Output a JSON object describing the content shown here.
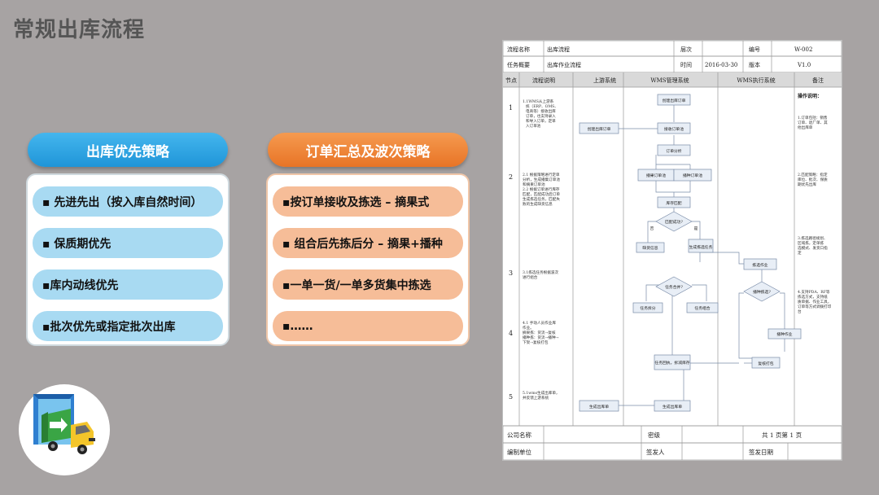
{
  "page_title": "常规出库流程",
  "left": {
    "header": "出库优先策略",
    "items": [
      "▪ 先进先出（按入库自然时间）",
      "▪ 保质期优先",
      "▪库内动线优先",
      "▪批次优先或指定批次出库"
    ]
  },
  "right": {
    "header": "订单汇总及波次策略",
    "items": [
      "▪按订单接收及拣选 – 摘果式",
      "▪ 组合后先拣后分 – 摘果+播种",
      "▪一单一货/一单多货集中拣选",
      "▪……"
    ]
  },
  "colors": {
    "background": "#a7a3a3",
    "blue_header": "#2aa3e2",
    "blue_item": "#a8daf2",
    "orange_header": "#ef8535",
    "orange_item": "#f6bd98"
  },
  "doc": {
    "hdr": {
      "process_name_label": "流程名称",
      "process_name": "出库流程",
      "level_label": "层次",
      "number_label": "编号",
      "number": "W-002",
      "overview_label": "任务概要",
      "overview": "出库作业流程",
      "time_label": "时间",
      "time": "2016-03-30",
      "version_label": "版本",
      "version": "V1.0"
    },
    "cols": [
      "节点",
      "流程说明",
      "上游系统",
      "WMS管理系统",
      "WMS执行系统",
      "备注"
    ],
    "steps": [
      "1",
      "2",
      "3",
      "4",
      "5"
    ],
    "desc": [
      [
        "1.1WMS从上游系",
        "统（ERP、OMS、",
        "电商等）接收出库",
        "订单，也支持录入",
        "和导入订单，定单",
        "入订单池"
      ],
      [
        "2.1 根据策略进行定单",
        "分析，生成播集订单池",
        "和摘果订单池",
        "2.2 根据订单进行库存",
        "匹配，匹配成功后订单",
        "生成拣选任务，匹配失",
        "败的生成缺货信息"
      ],
      [
        "3.1拣选任务根据波次",
        "进行组合"
      ],
      [
        "4.1 手动人员作业库",
        "作业。",
        "摘果拣：货流→复核",
        "播种拣：货流→播种→",
        "下架→复核打包"
      ],
      [
        "5.1wms生成出库单，",
        "并反馈上游系统"
      ]
    ],
    "remarks_title": "操作说明：",
    "remarks": [
      [
        "1.订单包括：销售",
        "订单、退厂单、其",
        "他出库单"
      ],
      [
        "2.匹配策略：指定",
        "库位、批次、保质",
        "期优先出库"
      ],
      [
        "3.拣选路径规划、",
        "区域拣，定单拣",
        "选模式、发货口指",
        "定"
      ],
      [
        "4.支持PDA、RF等",
        "拣选方式，支持纸",
        "质单据、作业工具，",
        "订单等方式调拨打印",
        "台"
      ]
    ],
    "nodes": {
      "create_order": "创建出库订单",
      "upstream_order": "创建出库订单",
      "receive_order": "接收订单池",
      "order_analysis": "订单分析",
      "seed_pool": "播果订单池",
      "pick_pool": "播种订单池",
      "inv_match": "库存匹配",
      "match_ok": "匹配成功?",
      "no": "否",
      "yes": "是",
      "shortage": "缺货信息",
      "gen_task": "生成拣选任务",
      "group_task": "任务合并?",
      "task_split": "任务拆分",
      "task_group": "任务组合",
      "pick_op": "拣选作业",
      "seed_pick": "播种拣选?",
      "seed_op": "播种作业",
      "review": "复核打包",
      "task_back": "任务回执，拆减库存",
      "gen_out_up": "生成出库单",
      "gen_out": "生成出库单"
    },
    "footer": {
      "company_label": "公司名称",
      "secret_label": "密级",
      "pages": "共 1 页第 1 页",
      "unit_label": "编制单位",
      "issuer_label": "签发人",
      "date_label": "签发日期"
    }
  }
}
